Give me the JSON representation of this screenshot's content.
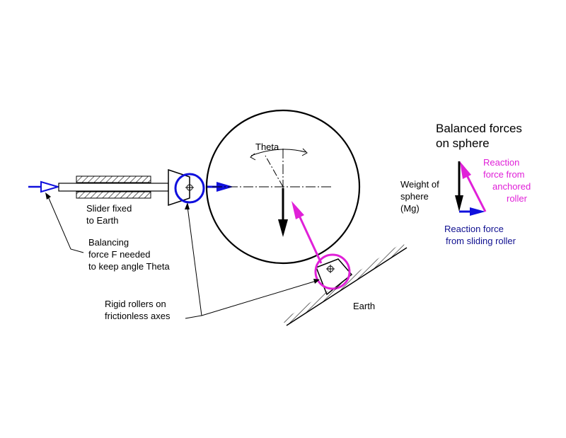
{
  "colors": {
    "line": "#000000",
    "blue": "#1010dd",
    "magenta": "#e020d8",
    "navy": "#101090"
  },
  "labels": {
    "theta": "Theta",
    "slider_l1": "Slider fixed",
    "slider_l2": "to Earth",
    "balancing_l1": "Balancing",
    "balancing_l2": "force F needed",
    "balancing_l3": "to keep angle Theta",
    "rollers_l1": "Rigid rollers on",
    "rollers_l2": "frictionless axes",
    "earth": "Earth"
  },
  "force_diagram": {
    "title_l1": "Balanced forces",
    "title_l2": "on sphere",
    "weight_l1": "Weight of",
    "weight_l2": "sphere",
    "weight_l3": "(Mg)",
    "reaction_anchored_l1": "Reaction",
    "reaction_anchored_l2": "force from",
    "reaction_anchored_l3": "anchored",
    "reaction_anchored_l4": "roller",
    "reaction_sliding_l1": "Reaction force",
    "reaction_sliding_l2": "from sliding roller"
  }
}
